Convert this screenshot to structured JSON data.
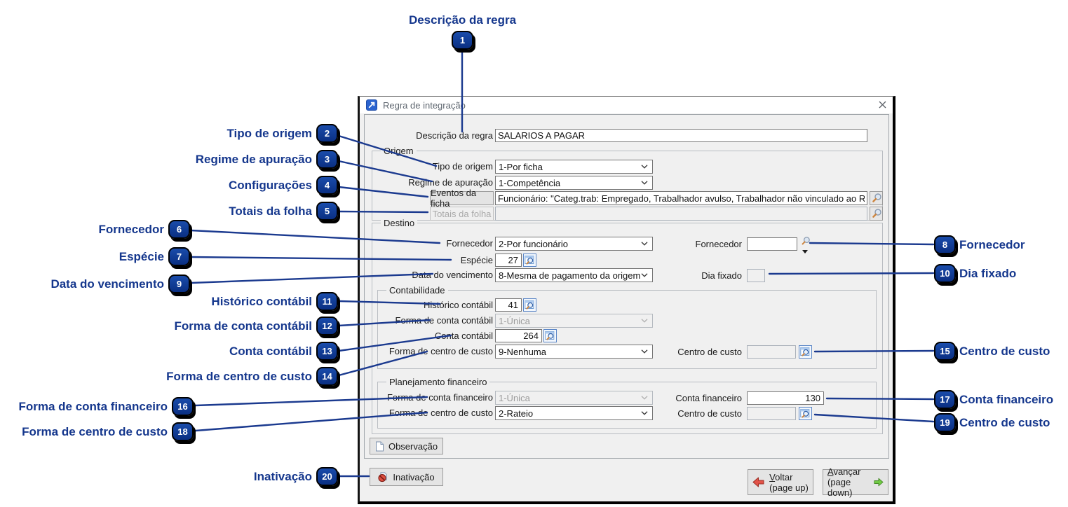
{
  "window": {
    "title": "Regra de integração"
  },
  "form": {
    "descricao": {
      "label": "Descrição da regra",
      "value": "SALARIOS A PAGAR"
    },
    "origem": {
      "legend": "Origem",
      "tipo_origem": {
        "label": "Tipo de origem",
        "value": "1-Por ficha"
      },
      "regime_apuracao": {
        "label": "Regime de apuração",
        "value": "1-Competência"
      },
      "eventos_ficha": {
        "button": "Eventos da ficha",
        "value": "Funcionário: \"Categ.trab: Empregado, Trabalhador avulso, Trabalhador não vinculado ao RGPS, mas com direi"
      },
      "totais_folha": {
        "button": "Totais da folha",
        "value": ""
      }
    },
    "destino": {
      "legend": "Destino",
      "fornecedor": {
        "label": "Fornecedor",
        "value": "2-Por funcionário"
      },
      "fornecedor_lookup": {
        "label": "Fornecedor",
        "value": ""
      },
      "especie": {
        "label": "Espécie",
        "value": "27"
      },
      "data_vencimento": {
        "label": "Data do vencimento",
        "value": "8-Mesma de pagamento da origem"
      },
      "dia_fixado": {
        "label": "Dia fixado",
        "value": ""
      },
      "contabilidade": {
        "legend": "Contabilidade",
        "historico_contabil": {
          "label": "Histórico contábil",
          "value": "41"
        },
        "forma_conta_contabil": {
          "label": "Forma de conta contábil",
          "value": "1-Única"
        },
        "conta_contabil": {
          "label": "Conta contábil",
          "value": "264"
        },
        "forma_centro_custo": {
          "label": "Forma de centro de custo",
          "value": "9-Nenhuma"
        },
        "centro_custo": {
          "label": "Centro de custo",
          "value": ""
        }
      },
      "planejamento": {
        "legend": "Planejamento financeiro",
        "forma_conta_financeiro": {
          "label": "Forma de conta financeiro",
          "value": "1-Única"
        },
        "conta_financeiro": {
          "label": "Conta financeiro",
          "value": "130"
        },
        "forma_centro_custo": {
          "label": "Forma de centro de custo",
          "value": "2-Rateio"
        },
        "centro_custo": {
          "label": "Centro de custo",
          "value": ""
        }
      }
    },
    "buttons": {
      "observacao": "Observação",
      "inativacao": "Inativação",
      "voltar": "Voltar",
      "voltar_sub": "(page up)",
      "avancar": "Avançar",
      "avancar_sub": "(page down)"
    }
  },
  "callouts": [
    {
      "number": "1",
      "label": "Descrição da regra"
    },
    {
      "number": "2",
      "label": "Tipo de origem"
    },
    {
      "number": "3",
      "label": "Regime de apuração"
    },
    {
      "number": "4",
      "label": "Configurações"
    },
    {
      "number": "5",
      "label": "Totais da folha"
    },
    {
      "number": "6",
      "label": "Fornecedor"
    },
    {
      "number": "7",
      "label": "Espécie"
    },
    {
      "number": "8",
      "label": "Fornecedor"
    },
    {
      "number": "9",
      "label": "Data do vencimento"
    },
    {
      "number": "10",
      "label": "Dia fixado"
    },
    {
      "number": "11",
      "label": "Histórico contábil"
    },
    {
      "number": "12",
      "label": "Forma de conta contábil"
    },
    {
      "number": "13",
      "label": "Conta contábil"
    },
    {
      "number": "14",
      "label": "Forma de centro de custo"
    },
    {
      "number": "15",
      "label": "Centro de custo"
    },
    {
      "number": "16",
      "label": "Forma de conta financeiro"
    },
    {
      "number": "17",
      "label": "Conta financeiro"
    },
    {
      "number": "18",
      "label": "Forma de centro de custo"
    },
    {
      "number": "19",
      "label": "Centro de custo"
    },
    {
      "number": "20",
      "label": "Inativação"
    }
  ],
  "icons": {
    "app": "integration-app-icon",
    "close": "close-icon",
    "magnifier": "magnifier-icon",
    "lookup": "table-lookup-icon",
    "document": "document-icon",
    "inactivate": "prohibition-icon",
    "back_arrow": "red-left-arrow-icon",
    "forward_arrow": "green-right-arrow-icon"
  },
  "colors": {
    "annotation_blue": "#15378d",
    "badge_fill": "#0c3a97",
    "window_bg": "#f0f0f0",
    "titlebar_bg": "#ffffff"
  }
}
